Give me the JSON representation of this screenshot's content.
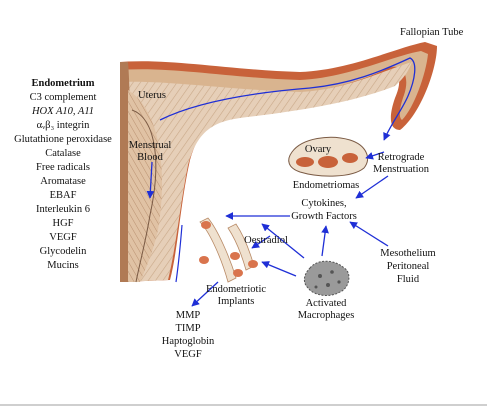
{
  "colors": {
    "outer_orange": "#c8623a",
    "wall_tan": "#d9b48f",
    "cavity_light": "#f3e7dc",
    "blue_arrow": "#1f2fd6",
    "implant_fill": "#d9744d",
    "macrophage_fill": "#9a9a9a"
  },
  "endometrium_list": {
    "title": "Endometrium",
    "items": [
      "C3 complement",
      "HOX A10, A11",
      "αᵥβ₃ integrin",
      "Glutathione peroxidase",
      "Catalase",
      "Free radicals",
      "Aromatase",
      "EBAF",
      "Interleukin 6",
      "HGF",
      "VEGF",
      "Glycodelin",
      "Mucins"
    ]
  },
  "labels": {
    "fallopian_tube": "Fallopian Tube",
    "uterus": "Uterus",
    "menstrual_blood_1": "Menstrual",
    "menstrual_blood_2": "Blood",
    "ovary": "Ovary",
    "endometriomas": "Endometriomas",
    "retrograde_1": "Retrograde",
    "retrograde_2": "Menstruation",
    "cytokines": "Cytokines,",
    "growth_factors": "Growth Factors",
    "oestradiol": "Oestradiol",
    "mesothelium_1": "Mesothelium",
    "mesothelium_2": "Peritoneal",
    "mesothelium_3": "Fluid",
    "implants_1": "Endometriotic",
    "implants_2": "Implants",
    "macrophages_1": "Activated",
    "macrophages_2": "Macrophages"
  },
  "implant_products": [
    "MMP",
    "TIMP",
    "Haptoglobin",
    "VEGF"
  ]
}
